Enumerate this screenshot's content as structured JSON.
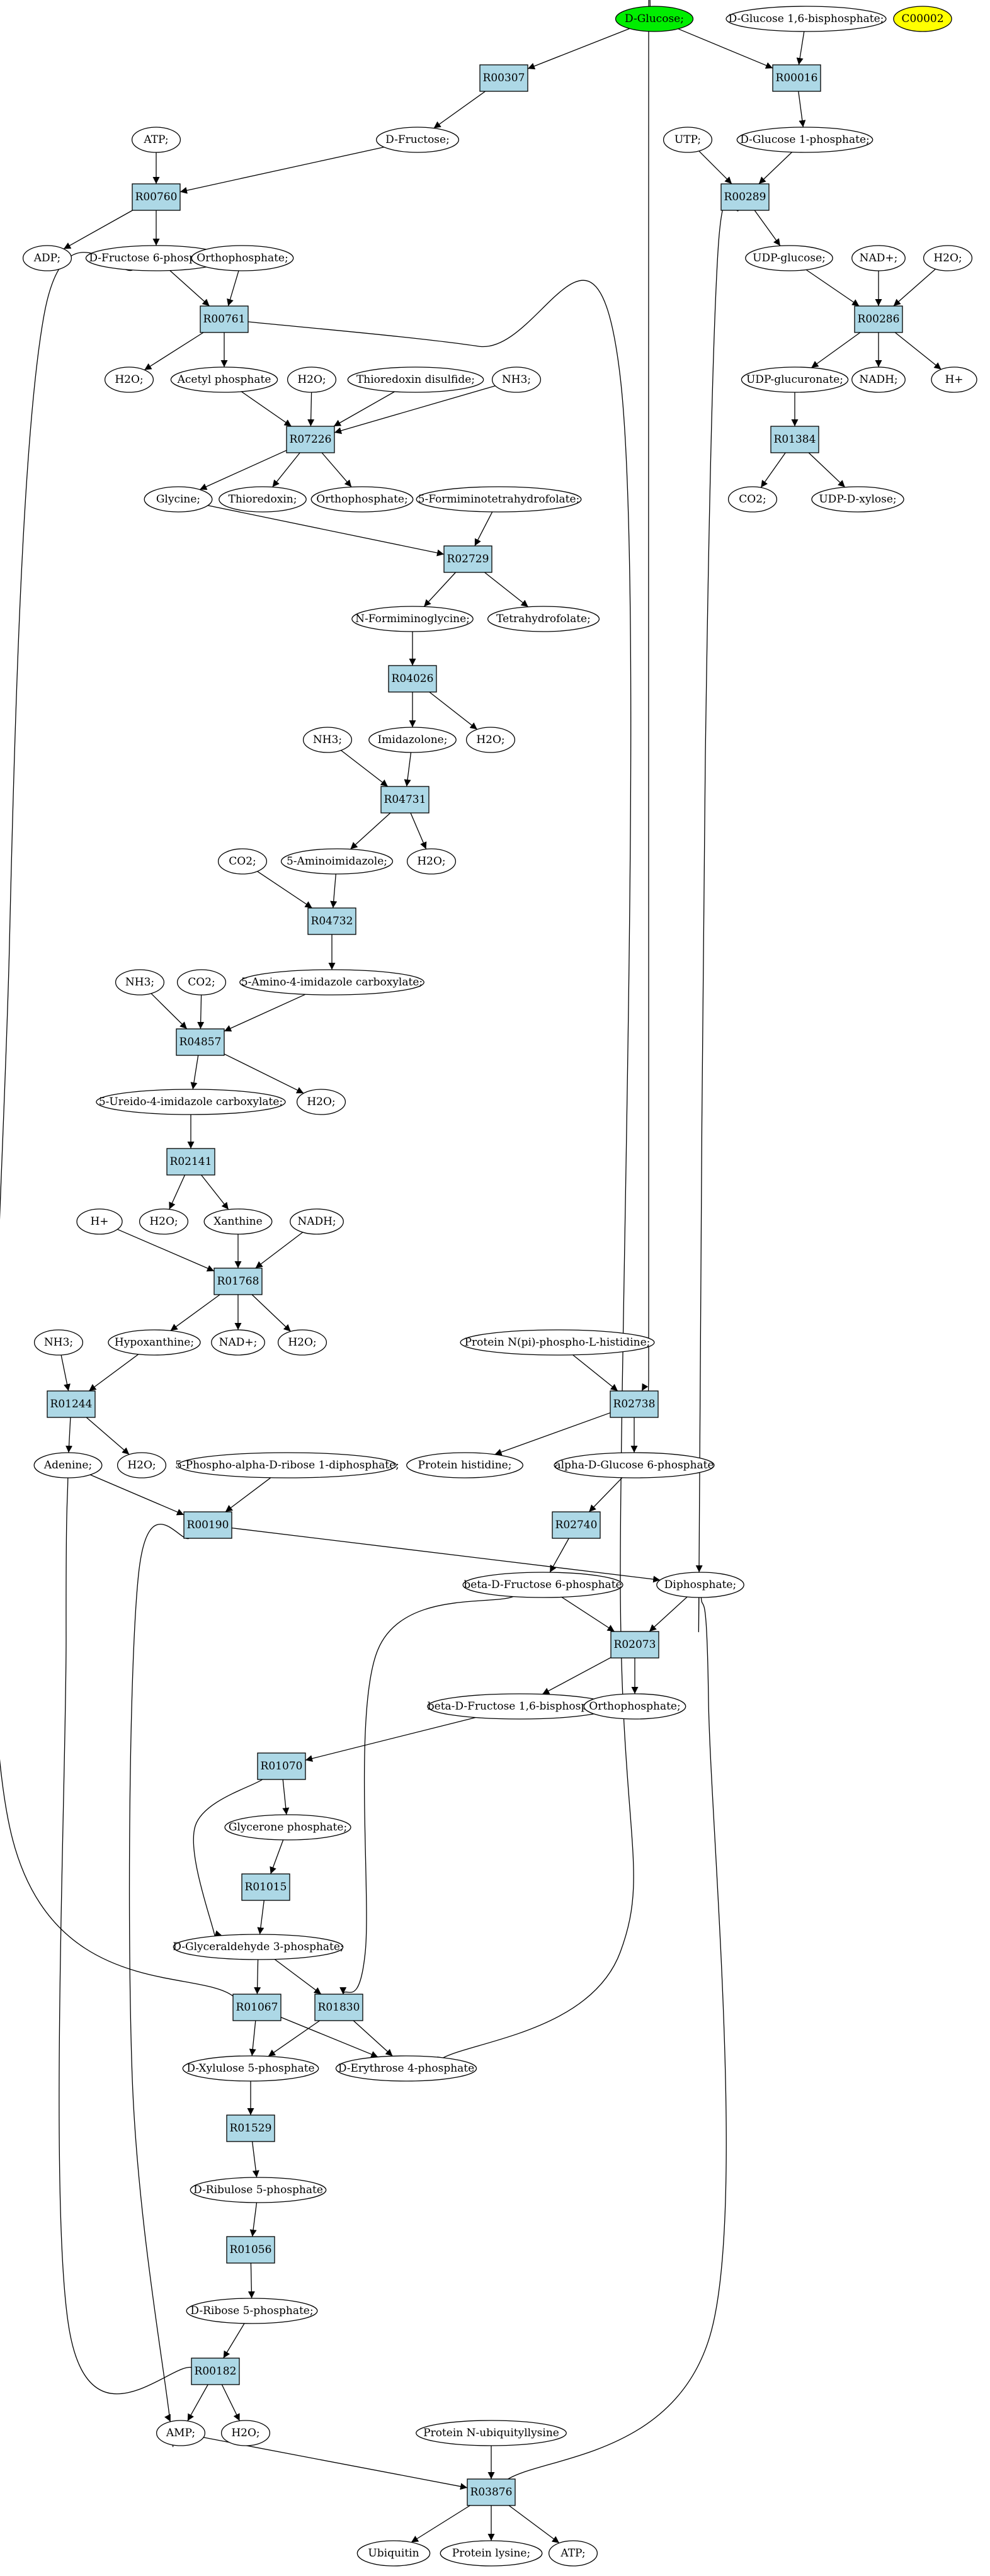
{
  "nodes": {
    "dglucose": {
      "label": "D-Glucose;",
      "kind": "compound",
      "fill": "#00ee00"
    },
    "c00002": {
      "label": "C00002",
      "kind": "compound",
      "fill": "#ffff00"
    },
    "dg16bp": {
      "label": "D-Glucose 1,6-bisphosphate;",
      "kind": "compound",
      "fill": "#ffffff"
    },
    "r00307": {
      "label": "R00307",
      "kind": "reaction",
      "fill": "#add8e6"
    },
    "r00016": {
      "label": "R00016",
      "kind": "reaction",
      "fill": "#add8e6"
    },
    "atp1": {
      "label": "ATP;",
      "kind": "compound",
      "fill": "#ffffff"
    },
    "dfructose": {
      "label": "D-Fructose;",
      "kind": "compound",
      "fill": "#ffffff"
    },
    "utp": {
      "label": "UTP;",
      "kind": "compound",
      "fill": "#ffffff"
    },
    "dg1p": {
      "label": "D-Glucose 1-phosphate;",
      "kind": "compound",
      "fill": "#ffffff"
    },
    "r00760": {
      "label": "R00760",
      "kind": "reaction",
      "fill": "#add8e6"
    },
    "r00289": {
      "label": "R00289",
      "kind": "reaction",
      "fill": "#add8e6"
    },
    "adp": {
      "label": "ADP;",
      "kind": "compound",
      "fill": "#ffffff"
    },
    "df6p": {
      "label": "D-Fructose 6-phosphate;",
      "kind": "compound",
      "fill": "#ffffff"
    },
    "ortho1": {
      "label": "Orthophosphate;",
      "kind": "compound",
      "fill": "#ffffff"
    },
    "udpglucose": {
      "label": "UDP-glucose;",
      "kind": "compound",
      "fill": "#ffffff"
    },
    "nadp1": {
      "label": "NAD+;",
      "kind": "compound",
      "fill": "#ffffff"
    },
    "h2o_a": {
      "label": "H2O;",
      "kind": "compound",
      "fill": "#ffffff"
    },
    "r00761": {
      "label": "R00761",
      "kind": "reaction",
      "fill": "#add8e6"
    },
    "r00286": {
      "label": "R00286",
      "kind": "reaction",
      "fill": "#add8e6"
    },
    "h2o_b": {
      "label": "H2O;",
      "kind": "compound",
      "fill": "#ffffff"
    },
    "acetylp": {
      "label": "Acetyl phosphate",
      "kind": "compound",
      "fill": "#ffffff"
    },
    "h2o_c": {
      "label": "H2O;",
      "kind": "compound",
      "fill": "#ffffff"
    },
    "thiodisulf": {
      "label": "Thioredoxin disulfide;",
      "kind": "compound",
      "fill": "#ffffff"
    },
    "nh3_a": {
      "label": "NH3;",
      "kind": "compound",
      "fill": "#ffffff"
    },
    "udpglucuronate": {
      "label": "UDP-glucuronate;",
      "kind": "compound",
      "fill": "#ffffff"
    },
    "nadh1": {
      "label": "NADH;",
      "kind": "compound",
      "fill": "#ffffff"
    },
    "hplus1": {
      "label": "H+",
      "kind": "compound",
      "fill": "#ffffff"
    },
    "r07226": {
      "label": "R07226",
      "kind": "reaction",
      "fill": "#add8e6"
    },
    "r01384": {
      "label": "R01384",
      "kind": "reaction",
      "fill": "#add8e6"
    },
    "glycine": {
      "label": "Glycine;",
      "kind": "compound",
      "fill": "#ffffff"
    },
    "thioredoxin": {
      "label": "Thioredoxin;",
      "kind": "compound",
      "fill": "#ffffff"
    },
    "ortho2": {
      "label": "Orthophosphate;",
      "kind": "compound",
      "fill": "#ffffff"
    },
    "formiminothf": {
      "label": "5-Formiminotetrahydrofolate;",
      "kind": "compound",
      "fill": "#ffffff"
    },
    "co2_a": {
      "label": "CO2;",
      "kind": "compound",
      "fill": "#ffffff"
    },
    "udpxylose": {
      "label": "UDP-D-xylose;",
      "kind": "compound",
      "fill": "#ffffff"
    },
    "r02729": {
      "label": "R02729",
      "kind": "reaction",
      "fill": "#add8e6"
    },
    "nformimino": {
      "label": "N-Formiminoglycine;",
      "kind": "compound",
      "fill": "#ffffff"
    },
    "thf": {
      "label": "Tetrahydrofolate;",
      "kind": "compound",
      "fill": "#ffffff"
    },
    "r04026": {
      "label": "R04026",
      "kind": "reaction",
      "fill": "#add8e6"
    },
    "nh3_b": {
      "label": "NH3;",
      "kind": "compound",
      "fill": "#ffffff"
    },
    "imidazolone": {
      "label": "Imidazolone;",
      "kind": "compound",
      "fill": "#ffffff"
    },
    "h2o_d": {
      "label": "H2O;",
      "kind": "compound",
      "fill": "#ffffff"
    },
    "r04731": {
      "label": "R04731",
      "kind": "reaction",
      "fill": "#add8e6"
    },
    "co2_b": {
      "label": "CO2;",
      "kind": "compound",
      "fill": "#ffffff"
    },
    "aminoimid": {
      "label": "5-Aminoimidazole;",
      "kind": "compound",
      "fill": "#ffffff"
    },
    "h2o_e": {
      "label": "H2O;",
      "kind": "compound",
      "fill": "#ffffff"
    },
    "r04732": {
      "label": "R04732",
      "kind": "reaction",
      "fill": "#add8e6"
    },
    "nh3_c": {
      "label": "NH3;",
      "kind": "compound",
      "fill": "#ffffff"
    },
    "co2_c": {
      "label": "CO2;",
      "kind": "compound",
      "fill": "#ffffff"
    },
    "aicarb": {
      "label": "5-Amino-4-imidazole carboxylate;",
      "kind": "compound",
      "fill": "#ffffff"
    },
    "r04857": {
      "label": "R04857",
      "kind": "reaction",
      "fill": "#add8e6"
    },
    "ureidoimid": {
      "label": "5-Ureido-4-imidazole carboxylate;",
      "kind": "compound",
      "fill": "#ffffff"
    },
    "h2o_f": {
      "label": "H2O;",
      "kind": "compound",
      "fill": "#ffffff"
    },
    "r02141": {
      "label": "R02141",
      "kind": "reaction",
      "fill": "#add8e6"
    },
    "hplus2": {
      "label": "H+",
      "kind": "compound",
      "fill": "#ffffff"
    },
    "h2o_g": {
      "label": "H2O;",
      "kind": "compound",
      "fill": "#ffffff"
    },
    "xanthine": {
      "label": "Xanthine",
      "kind": "compound",
      "fill": "#ffffff"
    },
    "nadh2": {
      "label": "NADH;",
      "kind": "compound",
      "fill": "#ffffff"
    },
    "r01768": {
      "label": "R01768",
      "kind": "reaction",
      "fill": "#add8e6"
    },
    "nh3_d": {
      "label": "NH3;",
      "kind": "compound",
      "fill": "#ffffff"
    },
    "hypoxanthine": {
      "label": "Hypoxanthine;",
      "kind": "compound",
      "fill": "#ffffff"
    },
    "nadp2": {
      "label": "NAD+;",
      "kind": "compound",
      "fill": "#ffffff"
    },
    "h2o_h": {
      "label": "H2O;",
      "kind": "compound",
      "fill": "#ffffff"
    },
    "protnpi": {
      "label": "Protein N(pi)-phospho-L-histidine;",
      "kind": "compound",
      "fill": "#ffffff"
    },
    "r01244": {
      "label": "R01244",
      "kind": "reaction",
      "fill": "#add8e6"
    },
    "r02738": {
      "label": "R02738",
      "kind": "reaction",
      "fill": "#add8e6"
    },
    "adenine": {
      "label": "Adenine;",
      "kind": "compound",
      "fill": "#ffffff"
    },
    "h2o_i": {
      "label": "H2O;",
      "kind": "compound",
      "fill": "#ffffff"
    },
    "prpp": {
      "label": "5-Phospho-alpha-D-ribose 1-diphosphate;",
      "kind": "compound",
      "fill": "#ffffff"
    },
    "prothis": {
      "label": "Protein histidine;",
      "kind": "compound",
      "fill": "#ffffff"
    },
    "adg6p": {
      "label": "alpha-D-Glucose 6-phosphate",
      "kind": "compound",
      "fill": "#ffffff"
    },
    "r00190": {
      "label": "R00190",
      "kind": "reaction",
      "fill": "#add8e6"
    },
    "r02740": {
      "label": "R02740",
      "kind": "reaction",
      "fill": "#add8e6"
    },
    "bdf6p": {
      "label": "beta-D-Fructose 6-phosphate",
      "kind": "compound",
      "fill": "#ffffff"
    },
    "diphosphate": {
      "label": "Diphosphate;",
      "kind": "compound",
      "fill": "#ffffff"
    },
    "r02073": {
      "label": "R02073",
      "kind": "reaction",
      "fill": "#add8e6"
    },
    "bdf16bp": {
      "label": "beta-D-Fructose 1,6-bisphosphate",
      "kind": "compound",
      "fill": "#ffffff"
    },
    "ortho3": {
      "label": "Orthophosphate;",
      "kind": "compound",
      "fill": "#ffffff"
    },
    "r01070": {
      "label": "R01070",
      "kind": "reaction",
      "fill": "#add8e6"
    },
    "glyceronep": {
      "label": "Glycerone phosphate;",
      "kind": "compound",
      "fill": "#ffffff"
    },
    "r01015": {
      "label": "R01015",
      "kind": "reaction",
      "fill": "#add8e6"
    },
    "dg3p": {
      "label": "D-Glyceraldehyde 3-phosphate;",
      "kind": "compound",
      "fill": "#ffffff"
    },
    "r01067": {
      "label": "R01067",
      "kind": "reaction",
      "fill": "#add8e6"
    },
    "r01830": {
      "label": "R01830",
      "kind": "reaction",
      "fill": "#add8e6"
    },
    "dx5p": {
      "label": "D-Xylulose 5-phosphate",
      "kind": "compound",
      "fill": "#ffffff"
    },
    "de4p": {
      "label": "D-Erythrose 4-phosphate",
      "kind": "compound",
      "fill": "#ffffff"
    },
    "r01529": {
      "label": "R01529",
      "kind": "reaction",
      "fill": "#add8e6"
    },
    "dribu5p": {
      "label": "D-Ribulose 5-phosphate",
      "kind": "compound",
      "fill": "#ffffff"
    },
    "r01056": {
      "label": "R01056",
      "kind": "reaction",
      "fill": "#add8e6"
    },
    "dribo5p": {
      "label": "D-Ribose 5-phosphate;",
      "kind": "compound",
      "fill": "#ffffff"
    },
    "r00182": {
      "label": "R00182",
      "kind": "reaction",
      "fill": "#add8e6"
    },
    "protnub": {
      "label": "Protein N-ubiquityllysine",
      "kind": "compound",
      "fill": "#ffffff"
    },
    "amp": {
      "label": "AMP;",
      "kind": "compound",
      "fill": "#ffffff"
    },
    "h2o_j": {
      "label": "H2O;",
      "kind": "compound",
      "fill": "#ffffff"
    },
    "r03876": {
      "label": "R03876",
      "kind": "reaction",
      "fill": "#add8e6"
    },
    "ubiquitin": {
      "label": "Ubiquitin",
      "kind": "compound",
      "fill": "#ffffff"
    },
    "protlys": {
      "label": "Protein lysine;",
      "kind": "compound",
      "fill": "#ffffff"
    },
    "atp2": {
      "label": "ATP;",
      "kind": "compound",
      "fill": "#ffffff"
    }
  },
  "edges": [
    [
      "dglucose",
      "r00307"
    ],
    [
      "dglucose",
      "r00016"
    ],
    [
      "dglucose",
      "r02738"
    ],
    [
      "dg16bp",
      "r00016"
    ],
    [
      "r00307",
      "dfructose"
    ],
    [
      "r00016",
      "dg1p"
    ],
    [
      "atp1",
      "r00760"
    ],
    [
      "dfructose",
      "r00760"
    ],
    [
      "utp",
      "r00289"
    ],
    [
      "dg1p",
      "r00289"
    ],
    [
      "r00760",
      "adp"
    ],
    [
      "r00760",
      "df6p"
    ],
    [
      "r00289",
      "udpglucose"
    ],
    [
      "r00289",
      "diphosphate"
    ],
    [
      "df6p",
      "r00761"
    ],
    [
      "ortho1",
      "r00761"
    ],
    [
      "df6p",
      "r01067"
    ],
    [
      "udpglucose",
      "r00286"
    ],
    [
      "nadp1",
      "r00286"
    ],
    [
      "h2o_a",
      "r00286"
    ],
    [
      "r00761",
      "h2o_b"
    ],
    [
      "r00761",
      "acetylp"
    ],
    [
      "r00761",
      "de4p"
    ],
    [
      "r00286",
      "udpglucuronate"
    ],
    [
      "r00286",
      "nadh1"
    ],
    [
      "r00286",
      "hplus1"
    ],
    [
      "acetylp",
      "r07226"
    ],
    [
      "h2o_c",
      "r07226"
    ],
    [
      "thiodisulf",
      "r07226"
    ],
    [
      "nh3_a",
      "r07226"
    ],
    [
      "udpglucuronate",
      "r01384"
    ],
    [
      "r07226",
      "glycine"
    ],
    [
      "r07226",
      "thioredoxin"
    ],
    [
      "r07226",
      "ortho2"
    ],
    [
      "r01384",
      "co2_a"
    ],
    [
      "r01384",
      "udpxylose"
    ],
    [
      "glycine",
      "r02729"
    ],
    [
      "formiminothf",
      "r02729"
    ],
    [
      "r02729",
      "nformimino"
    ],
    [
      "r02729",
      "thf"
    ],
    [
      "nformimino",
      "r04026"
    ],
    [
      "r04026",
      "imidazolone"
    ],
    [
      "r04026",
      "h2o_d"
    ],
    [
      "nh3_b",
      "r04731"
    ],
    [
      "imidazolone",
      "r04731"
    ],
    [
      "r04731",
      "aminoimid"
    ],
    [
      "r04731",
      "h2o_e"
    ],
    [
      "co2_b",
      "r04732"
    ],
    [
      "aminoimid",
      "r04732"
    ],
    [
      "r04732",
      "aicarb"
    ],
    [
      "nh3_c",
      "r04857"
    ],
    [
      "co2_c",
      "r04857"
    ],
    [
      "aicarb",
      "r04857"
    ],
    [
      "r04857",
      "ureidoimid"
    ],
    [
      "r04857",
      "h2o_f"
    ],
    [
      "ureidoimid",
      "r02141"
    ],
    [
      "r02141",
      "h2o_g"
    ],
    [
      "r02141",
      "xanthine"
    ],
    [
      "hplus2",
      "r01768"
    ],
    [
      "xanthine",
      "r01768"
    ],
    [
      "nadh2",
      "r01768"
    ],
    [
      "r01768",
      "hypoxanthine"
    ],
    [
      "r01768",
      "nadp2"
    ],
    [
      "r01768",
      "h2o_h"
    ],
    [
      "nh3_d",
      "r01244"
    ],
    [
      "hypoxanthine",
      "r01244"
    ],
    [
      "r01244",
      "adenine"
    ],
    [
      "r01244",
      "h2o_i"
    ],
    [
      "protnpi",
      "r02738"
    ],
    [
      "r02738",
      "prothis"
    ],
    [
      "r02738",
      "adg6p"
    ],
    [
      "adenine",
      "r00190"
    ],
    [
      "prpp",
      "r00190"
    ],
    [
      "adenine",
      "r00182"
    ],
    [
      "r00190",
      "amp"
    ],
    [
      "r00190",
      "diphosphate"
    ],
    [
      "adg6p",
      "r02740"
    ],
    [
      "r02740",
      "bdf6p"
    ],
    [
      "bdf6p",
      "r02073"
    ],
    [
      "diphosphate",
      "r02073"
    ],
    [
      "bdf6p",
      "r01830"
    ],
    [
      "r02073",
      "bdf16bp"
    ],
    [
      "r02073",
      "ortho3"
    ],
    [
      "bdf16bp",
      "r01070"
    ],
    [
      "r01070",
      "glyceronep"
    ],
    [
      "r01070",
      "dg3p"
    ],
    [
      "glyceronep",
      "r01015"
    ],
    [
      "r01015",
      "dg3p"
    ],
    [
      "dg3p",
      "r01067"
    ],
    [
      "dg3p",
      "r01830"
    ],
    [
      "r01067",
      "dx5p"
    ],
    [
      "r01067",
      "de4p"
    ],
    [
      "r01830",
      "dx5p"
    ],
    [
      "r01830",
      "de4p"
    ],
    [
      "dx5p",
      "r01529"
    ],
    [
      "r01529",
      "dribu5p"
    ],
    [
      "dribu5p",
      "r01056"
    ],
    [
      "r01056",
      "dribo5p"
    ],
    [
      "dribo5p",
      "r00182"
    ],
    [
      "r00182",
      "amp"
    ],
    [
      "r00182",
      "h2o_j"
    ],
    [
      "protnub",
      "r03876"
    ],
    [
      "amp",
      "r03876"
    ],
    [
      "diphosphate",
      "r03876"
    ],
    [
      "r03876",
      "ubiquitin"
    ],
    [
      "r03876",
      "protlys"
    ],
    [
      "r03876",
      "atp2"
    ]
  ]
}
